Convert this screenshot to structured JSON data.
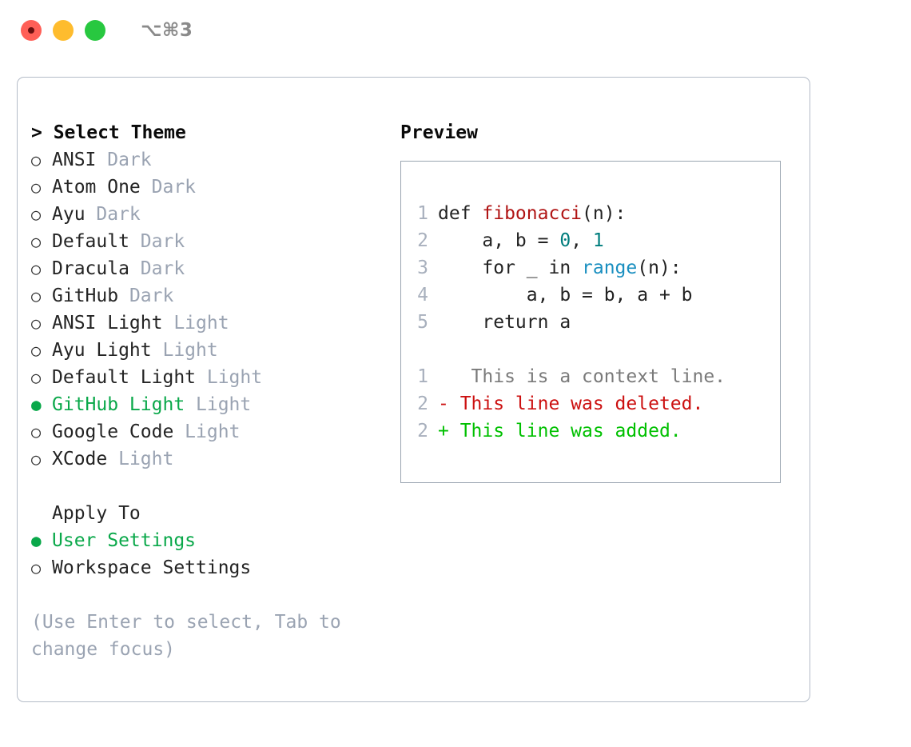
{
  "titlebar": {
    "shortcut": "⌥⌘3",
    "buttons": [
      "close",
      "minimize",
      "maximize"
    ]
  },
  "theme_section": {
    "header": "> Select Theme",
    "bullet_unselected": "○",
    "bullet_selected": "●",
    "items": [
      {
        "label": "ANSI",
        "suffix": "Dark",
        "selected": false
      },
      {
        "label": "Atom One",
        "suffix": "Dark",
        "selected": false
      },
      {
        "label": "Ayu",
        "suffix": "Dark",
        "selected": false
      },
      {
        "label": "Default",
        "suffix": "Dark",
        "selected": false
      },
      {
        "label": "Dracula",
        "suffix": "Dark",
        "selected": false
      },
      {
        "label": "GitHub",
        "suffix": "Dark",
        "selected": false
      },
      {
        "label": "ANSI Light",
        "suffix": "Light",
        "selected": false
      },
      {
        "label": "Ayu Light",
        "suffix": "Light",
        "selected": false
      },
      {
        "label": "Default Light",
        "suffix": "Light",
        "selected": false
      },
      {
        "label": "GitHub Light",
        "suffix": "Light",
        "selected": true
      },
      {
        "label": "Google Code",
        "suffix": "Light",
        "selected": false
      },
      {
        "label": "XCode",
        "suffix": "Light",
        "selected": false
      }
    ]
  },
  "apply_section": {
    "header": "Apply To",
    "items": [
      {
        "label": "User Settings",
        "selected": true
      },
      {
        "label": "Workspace Settings",
        "selected": false
      }
    ]
  },
  "hint": "(Use Enter to select, Tab to change focus)",
  "preview": {
    "title": "Preview",
    "code_lines": [
      {
        "no": "1",
        "tokens": [
          {
            "t": "def ",
            "c": "plain"
          },
          {
            "t": "fibonacci",
            "c": "fn"
          },
          {
            "t": "(n):",
            "c": "plain"
          }
        ]
      },
      {
        "no": "2",
        "tokens": [
          {
            "t": "    a, b = ",
            "c": "plain"
          },
          {
            "t": "0",
            "c": "num"
          },
          {
            "t": ", ",
            "c": "plain"
          },
          {
            "t": "1",
            "c": "num"
          }
        ]
      },
      {
        "no": "3",
        "tokens": [
          {
            "t": "    for _ in ",
            "c": "plain"
          },
          {
            "t": "range",
            "c": "built"
          },
          {
            "t": "(n):",
            "c": "plain"
          }
        ]
      },
      {
        "no": "4",
        "tokens": [
          {
            "t": "        a, b = b, a + b",
            "c": "plain"
          }
        ]
      },
      {
        "no": "5",
        "tokens": [
          {
            "t": "    return a",
            "c": "plain"
          }
        ]
      }
    ],
    "diff_lines": [
      {
        "no": "1",
        "marker": " ",
        "text": "  This is a context line.",
        "kind": "ctx"
      },
      {
        "no": "2",
        "marker": "-",
        "text": " This line was deleted.",
        "kind": "del"
      },
      {
        "no": "2",
        "marker": "+",
        "text": " This line was added.",
        "kind": "add"
      }
    ]
  },
  "colors": {
    "accent_green": "#0aa84a",
    "muted": "#9aa3b2",
    "panel_border": "#b4bcc8",
    "code_border": "#9aa5b1",
    "fn_red": "#b01414",
    "num_teal": "#007d7d",
    "builtin_blue": "#1a8fc0",
    "diff_del": "#cc1111",
    "diff_add": "#00c000"
  }
}
